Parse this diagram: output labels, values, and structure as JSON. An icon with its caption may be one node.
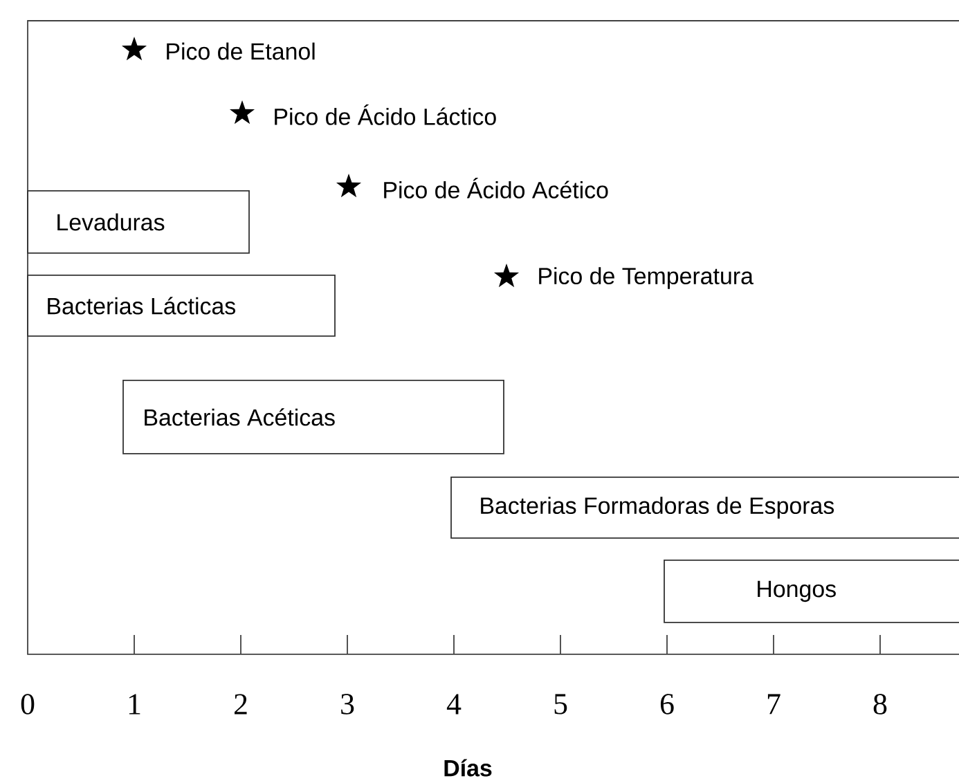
{
  "diagram": {
    "nodes": [
      {
        "text": [
          "Levaduras"
        ]
      },
      {
        "text": [
          "Bacterias Lácticas"
        ]
      },
      {
        "text": [
          "Bacterias Acéticas"
        ]
      },
      {
        "text": [
          "Bacterias Formadoras de Esporas"
        ]
      },
      {
        "text": [
          "Hongos"
        ]
      }
    ],
    "labels": [
      "Pico de Etanol",
      "Pico de Ácido Láctico",
      "Pico de Ácido Acético",
      "Pico de Temperatura",
      "0",
      "1",
      "2",
      "3",
      "4",
      "5",
      "6",
      "7",
      "8",
      "Días"
    ]
  }
}
